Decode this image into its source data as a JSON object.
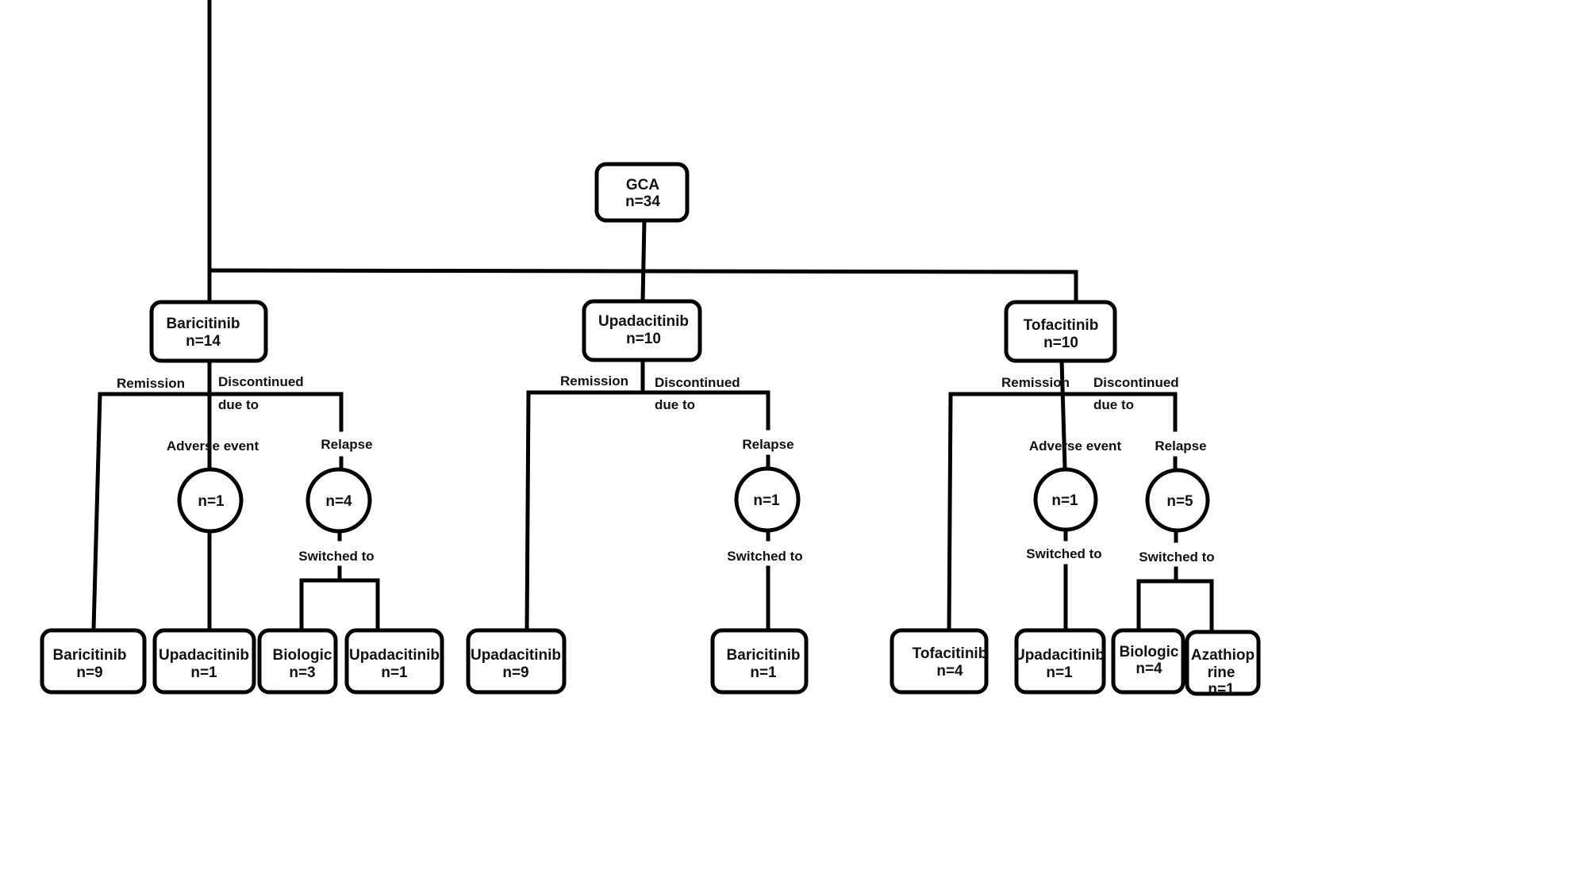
{
  "root": {
    "title": "GCA",
    "n": "n=34"
  },
  "drugs": [
    {
      "title": "Baricitinib",
      "n": "n=14"
    },
    {
      "title": "Upadacitinib",
      "n": "n=10"
    },
    {
      "title": "Tofacitinib",
      "n": "n=10"
    }
  ],
  "labels": {
    "remission": "Remission",
    "discontinued": "Discontinued",
    "due_to": "due to",
    "adverse_event": "Adverse  event",
    "relapse": "Relapse",
    "switched_to": "Switched to"
  },
  "circles": [
    {
      "n": "n=1"
    },
    {
      "n": "n=4"
    },
    {
      "n": "n=1"
    },
    {
      "n": "n=1"
    },
    {
      "n": "n=5"
    }
  ],
  "outcomes": [
    {
      "title": "Baricitinib",
      "n": "n=9"
    },
    {
      "title": "Upadacitinib",
      "n": "n=1"
    },
    {
      "title": "Biologic",
      "n": "n=3"
    },
    {
      "title": "Upadacitinib",
      "n": "n=1"
    },
    {
      "title": "Upadacitinib",
      "n": "n=9"
    },
    {
      "title": "Baricitinib",
      "n": "n=1"
    },
    {
      "title": "Tofacitinib",
      "n": "n=4"
    },
    {
      "title": "Upadacitinib",
      "n": "n=1"
    },
    {
      "title": "Biologic",
      "n": "n=4"
    },
    {
      "title": "Azathiop",
      "title2": "rine",
      "n": "n=1"
    }
  ]
}
